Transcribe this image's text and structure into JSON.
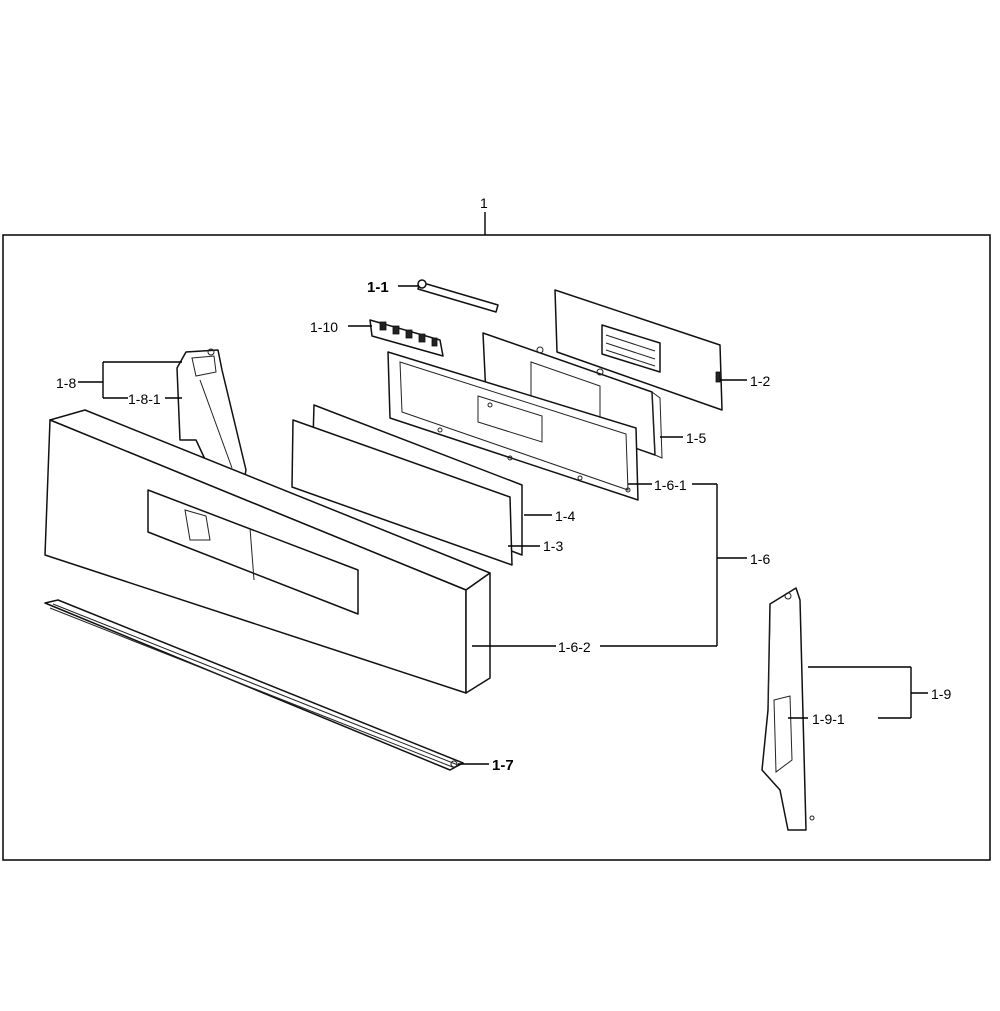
{
  "labels": {
    "assembly": "1",
    "p1_1": "1-1",
    "p1_10": "1-10",
    "p1_2": "1-2",
    "p1_5": "1-5",
    "p1_8": "1-8",
    "p1_8_1": "1-8-1",
    "p1_6_1": "1-6-1",
    "p1_4": "1-4",
    "p1_3": "1-3",
    "p1_6": "1-6",
    "p1_6_2": "1-6-2",
    "p1_9": "1-9",
    "p1_9_1": "1-9-1",
    "p1_7": "1-7"
  },
  "colors": {
    "line": "#000000",
    "background": "#ffffff"
  }
}
